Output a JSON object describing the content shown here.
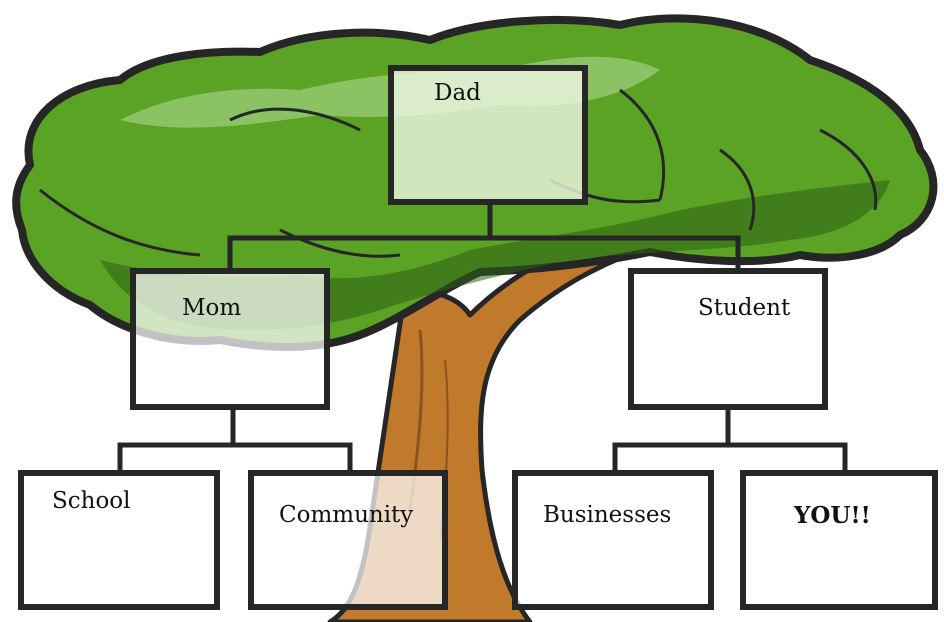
{
  "diagram": {
    "nodes": {
      "dad": {
        "label": "Dad"
      },
      "mom": {
        "label": "Mom"
      },
      "student": {
        "label": "Student"
      },
      "school": {
        "label": "School"
      },
      "community": {
        "label": "Community"
      },
      "businesses": {
        "label": "Businesses"
      },
      "you": {
        "label": "YOU!!"
      }
    }
  },
  "colors": {
    "foliage": "#5aa324",
    "foliage_shadow": "#2f5f14",
    "trunk": "#c17a2c",
    "outline": "#262626"
  },
  "icons": {
    "background": "tree-illustration"
  }
}
